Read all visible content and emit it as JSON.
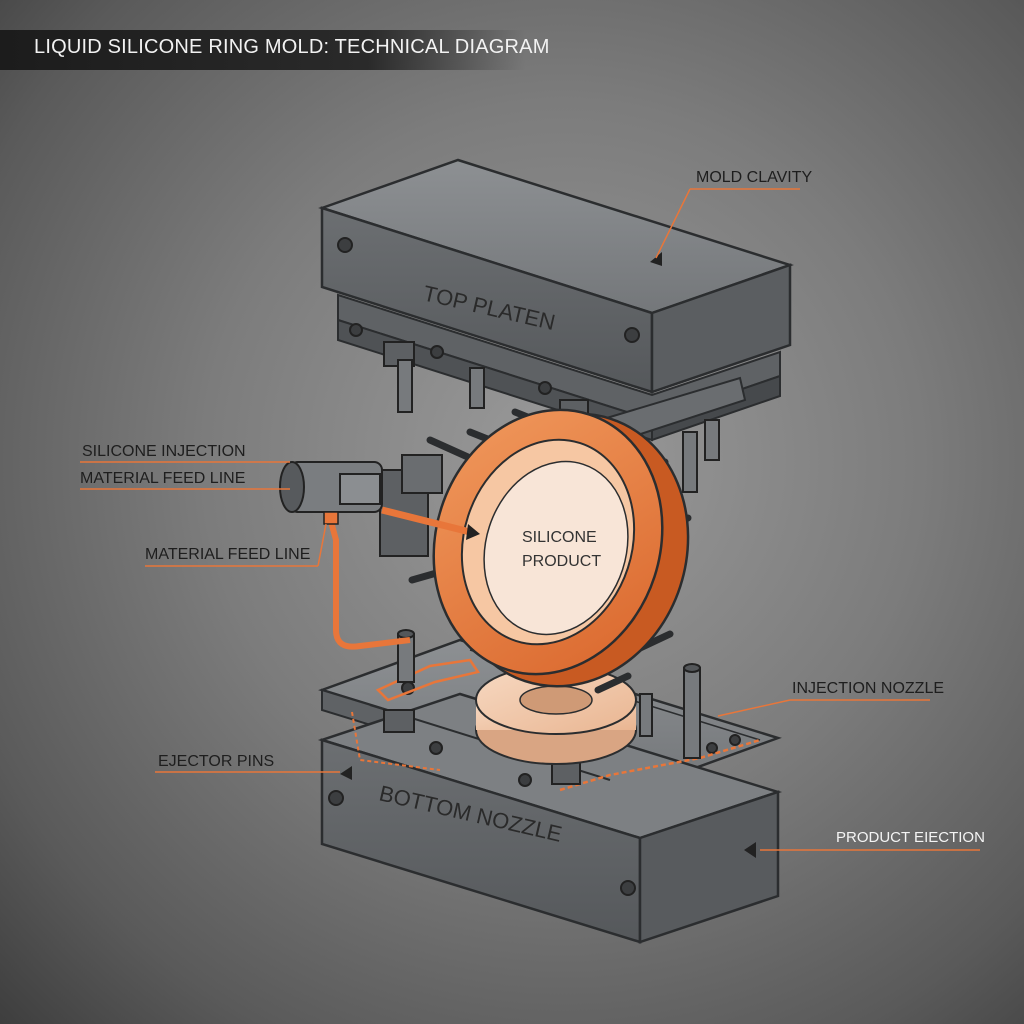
{
  "title": "LIQUID SILICONE RING MOLD: TECHNICAL DIAGRAM",
  "labels": {
    "mold_cavity": "MOLD CLAVITY",
    "top_platen": "TOP PLATEN",
    "silicone_injection_line1": "SILICONE INJECTION",
    "silicone_injection_line2": "MATERIAL FEED LINE",
    "material_feed_line": "MATERIAL FEED LINE",
    "silicone_product_line1": "SILICONE",
    "silicone_product_line2": "PRODUCT",
    "injection_nozzle": "INJECTION NOZZLE",
    "ejector_pins": "EJECTOR PINS",
    "bottom_nozzle": "BOTTOM NOZZLE",
    "product_ejection": "PRODUCT EIECTION"
  },
  "colors": {
    "accent": "#e8763a",
    "metal": "#6f7275",
    "metal_dark": "#4b4e51",
    "metal_light": "#8a8d90",
    "silicone_light": "#f3c9a8"
  }
}
